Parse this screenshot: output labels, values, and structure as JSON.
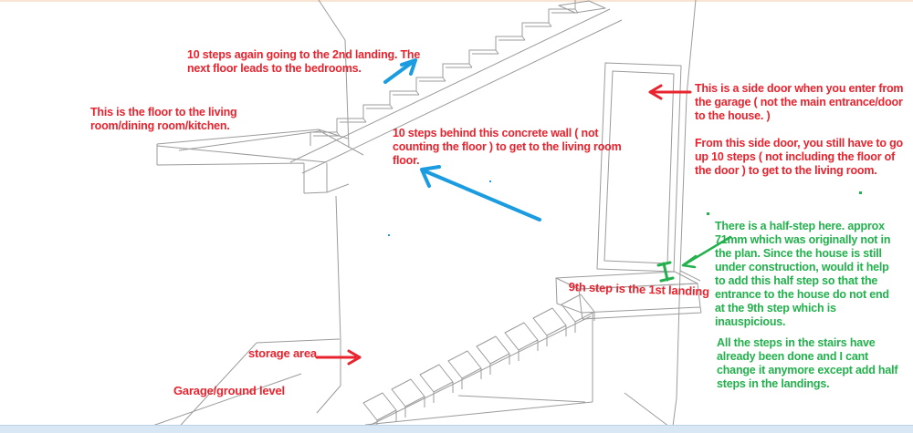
{
  "colors": {
    "red": "#e8232e",
    "green": "#22b14c",
    "blue": "#1b9ce0",
    "line": "#9b9b9b",
    "band": "#d9e7f5",
    "band_border": "#bcd2e8",
    "top_border": "#f9e3d2"
  },
  "annotations": {
    "upper_stairs_note": "10 steps again going to the 2nd landing.  The\nnext floor leads to the bedrooms.",
    "living_floor_note": "This is the floor to the living\nroom/dining room/kitchen.",
    "concrete_wall_note": "10 steps behind this concrete wall ( not\ncounting the floor ) to get to the living room\nfloor.",
    "side_door_note_1": "This is a side door when you enter from\nthe garage ( not the main entrance/door\nto the house. )",
    "side_door_note_2": "From this side door, you still have to go\nup 10 steps ( not including the floor of\nthe door ) to get to the living room.",
    "half_step_note": "There is a half-step here. approx\n71mm which was originally not in\nthe plan. Since the house is still\nunder construction, would it help\nto add this half step so that the\nentrance to the house do not end\nat the 9th step which is\ninauspicious.",
    "steps_done_note": "All the steps in the stairs have\nalready been done and I cant\nchange it anymore except add half\nsteps in the landings.",
    "landing_label": "9th step is the 1st landing",
    "storage_label": "storage area",
    "garage_label": "Garage/ground level"
  }
}
